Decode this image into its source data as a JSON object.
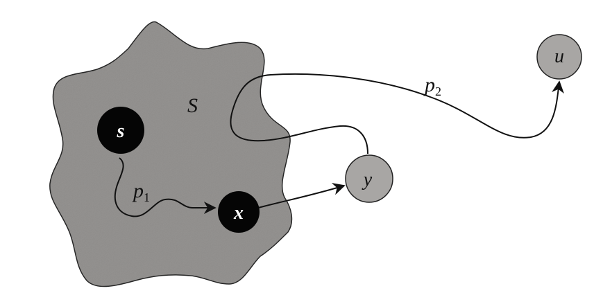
{
  "region": {
    "label": "S",
    "fill": "#8f8d8b"
  },
  "vertices": {
    "s": {
      "label": "s",
      "fill": "#050505"
    },
    "x": {
      "label": "x",
      "fill": "#050505"
    },
    "y": {
      "label": "y",
      "fill": "#a8a6a4"
    },
    "u": {
      "label": "u",
      "fill": "#a8a6a4"
    }
  },
  "paths": {
    "p1": {
      "label": "p",
      "subscript": "1"
    },
    "p2": {
      "label": "p",
      "subscript": "2"
    }
  },
  "colors": {
    "stroke": "#111111",
    "background": "#ffffff"
  }
}
